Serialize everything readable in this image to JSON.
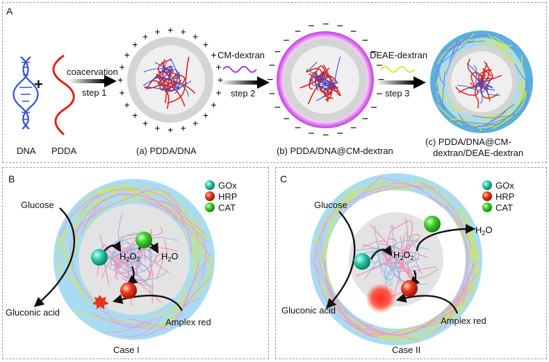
{
  "panel_a": {
    "letter": "A",
    "dna_label": "DNA",
    "pdda_label": "PDDA",
    "plus_sign": "+",
    "coacervation": "coacervation",
    "step1": "step 1",
    "cm_dextran": "CM-dextran",
    "step2": "step 2",
    "deae_dextran": "DEAE-dextran",
    "step3": "step 3",
    "caption_a": "(a) PDDA/DNA",
    "caption_b": "(b) PDDA/DNA@CM-dextran",
    "caption_c_line1": "(c) PDDA/DNA@CM-",
    "caption_c_line2": "dextran/DEAE-dextran"
  },
  "panel_b": {
    "letter": "B",
    "legend": [
      {
        "name": "GOx",
        "color": "#27c7a6"
      },
      {
        "name": "HRP",
        "color": "#e8321e"
      },
      {
        "name": "CAT",
        "color": "#3ad12a"
      }
    ],
    "glucose": "Glucose",
    "gluconic_acid": "Gluconic acid",
    "amplex_red": "Amplex red",
    "h2o2": "H",
    "h2o": "H",
    "case": "Case I"
  },
  "panel_c": {
    "letter": "C",
    "legend": [
      {
        "name": "GOx",
        "color": "#27c7a6"
      },
      {
        "name": "HRP",
        "color": "#e8321e"
      },
      {
        "name": "CAT",
        "color": "#3ad12a"
      }
    ],
    "glucose": "Glucose",
    "gluconic_acid": "Gluconic acid",
    "amplex_red": "Amplex red",
    "case": "Case II"
  },
  "colors": {
    "dna_blue": "#2f4fd6",
    "pdda_red": "#e0201a",
    "cm_purple": "#a23be0",
    "deae_yellow": "#d8e640",
    "shell_blue": "#5aaee0",
    "light_blue": "#a9dcf2",
    "core_grey": "#d4d4d4"
  }
}
